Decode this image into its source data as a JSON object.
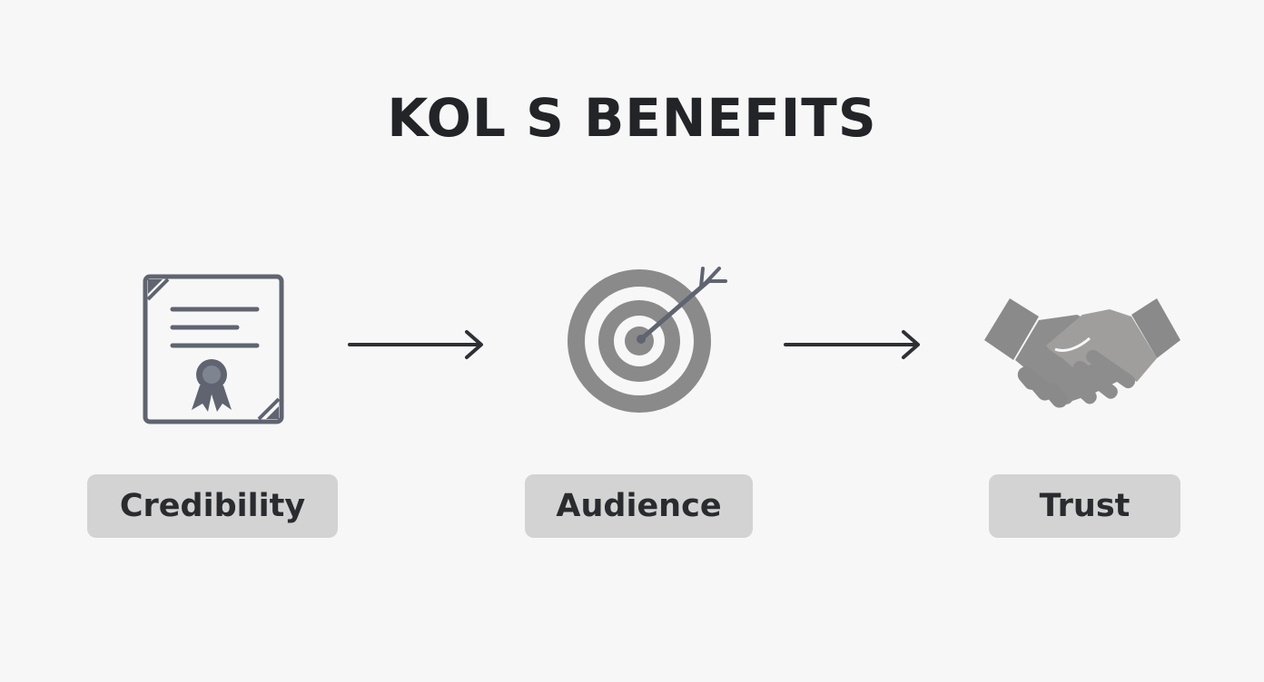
{
  "title": "KOL S BENEFITS",
  "steps": [
    {
      "label": "Credibility",
      "icon": "certificate-icon"
    },
    {
      "label": "Audience",
      "icon": "target-icon"
    },
    {
      "label": "Trust",
      "icon": "handshake-icon"
    }
  ],
  "colors": {
    "text": "#232428",
    "icon_dark": "#5f6470",
    "icon_gray": "#8a8a8a",
    "label_bg": "#d3d3d4",
    "background": "#f7f7f7"
  }
}
